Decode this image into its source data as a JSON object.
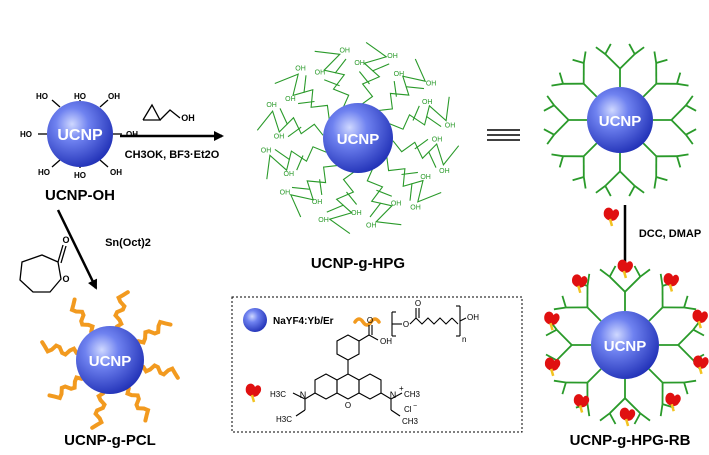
{
  "core_label": "UCNP",
  "oh_label": "HO",
  "oh_label_right": "OH",
  "labels": {
    "ucnp_oh": "UCNP-OH",
    "ucnp_g_hpg": "UCNP-g-HPG",
    "ucnp_g_pcl": "UCNP-g-PCL",
    "ucnp_g_hpg_rb": "UCNP-g-HPG-RB"
  },
  "reagents": {
    "top_arrow_below": "CH3OK, BF3·Et2O",
    "monomer_oh": "OH",
    "left_arrow": "Sn(Oct)2",
    "caprolactone_o": "O",
    "right_arrow": "DCC, DMAP"
  },
  "legend": {
    "sphere_text": "NaYF4:Yb/Er",
    "pcl_o1": "O",
    "pcl_o2": "O",
    "pcl_oh": "OH",
    "pcl_n": "n",
    "rb_oh": "OH",
    "rb_o_carbonyl": "O",
    "rb_ring_o": "O",
    "rb_n_left": "N",
    "rb_n_right": "N",
    "rb_plus": "+",
    "rb_cl": "Cl",
    "rb_cl_charge": "−",
    "rb_ch3_1": "H3C",
    "rb_ch3_2": "H3C",
    "rb_ch3_3": "CH3",
    "rb_ch3_4": "CH3"
  },
  "colors": {
    "core_blue": "#3a4fd8",
    "polymer_green": "#2a9a2a",
    "pcl_orange": "#f29a1f",
    "rb_red": "#e01010",
    "linker_yellow": "#f2c320"
  }
}
